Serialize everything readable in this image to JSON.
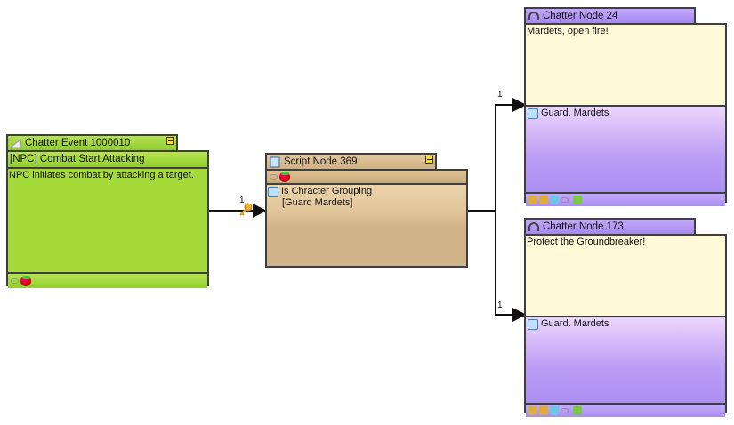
{
  "event_node": {
    "title": "Chatter Event 1000010",
    "icon": "horn-icon",
    "subtitle": "[NPC] Combat Start Attacking",
    "description": "NPC initiates combat by attacking a target.",
    "colors": {
      "header": "#8fcc2a",
      "body": "#a6d93a",
      "border": "#3f3f3f"
    }
  },
  "script_node": {
    "title": "Script Node 369",
    "icon": "scroll-icon",
    "condition_line1": "Is Chracter Grouping",
    "condition_line2": "[Guard Mardets]",
    "colors": {
      "header": "#d4b78c",
      "body": "#d2b48a"
    }
  },
  "chatter_nodes": [
    {
      "title": "Chatter Node 24",
      "icon": "headset-icon",
      "line": "Mardets, open fire!",
      "speaker": "Guard. Mardets",
      "link_label": "1"
    },
    {
      "title": "Chatter Node 173",
      "icon": "headset-icon",
      "line": "Protect the Groundbreaker!",
      "speaker": "Guard. Mardets",
      "link_label": "1"
    }
  ],
  "connections": {
    "event_to_script_label": "1",
    "event_to_script_icon": "key-icon"
  },
  "colors": {
    "chatter_header": "#a98ef0",
    "chatter_text_bg": "#fff9d8",
    "chatter_speaker_top": "#e5c9fb",
    "chatter_speaker_bottom": "#ac8ff2",
    "line": "#111111"
  }
}
